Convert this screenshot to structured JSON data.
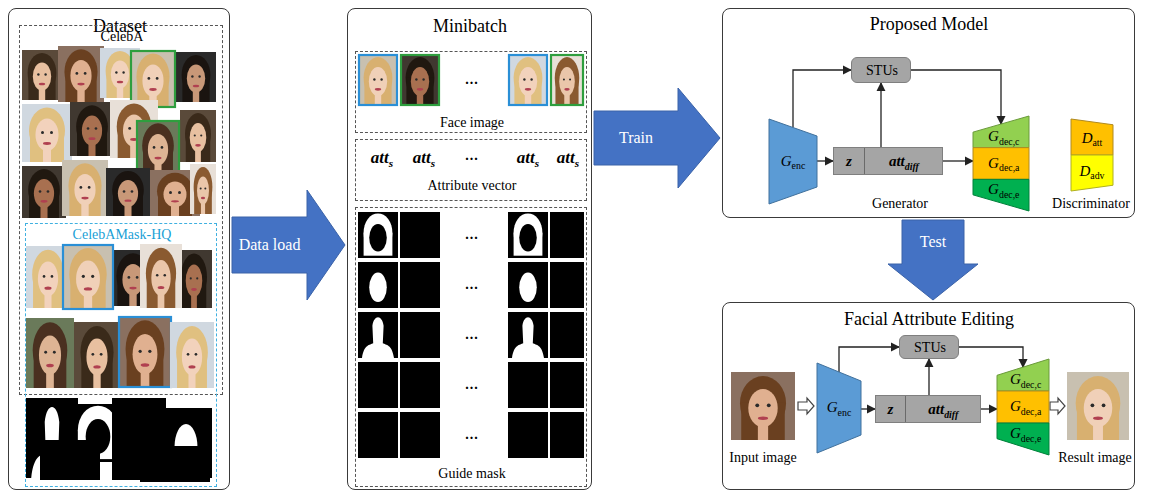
{
  "diagram": {
    "nodes": [
      {
        "text": [
          "Dataset"
        ]
      },
      {
        "text": [
          "CelebA"
        ],
        "in": 0
      },
      {
        "text": [
          "CelebAMask-HQ"
        ],
        "in": 0
      },
      {
        "text": [
          "Minibatch"
        ]
      },
      {
        "text": [
          "...",
          "Face image"
        ],
        "in": 3
      },
      {
        "text": [
          "att",
          "s",
          "att",
          "s",
          "...",
          "att",
          "s",
          "att",
          "s",
          "Attribute vector"
        ],
        "in": 3
      },
      {
        "text": [
          "...",
          "...",
          "...",
          "...",
          "...",
          "Guide mask"
        ],
        "in": 3
      },
      {
        "text": [
          "Proposed Model"
        ]
      },
      {
        "text": [
          "G",
          "enc"
        ],
        "in": 7
      },
      {
        "text": [
          "STUs"
        ],
        "in": 7
      },
      {
        "text": [
          "z",
          "att",
          "diff"
        ],
        "in": 7
      },
      {
        "text": [
          "G",
          "dec,c",
          "G",
          "dec,a",
          "G",
          "dec,e"
        ],
        "in": 7
      },
      {
        "text": [
          "D",
          "att",
          "D",
          "adv"
        ],
        "in": 7
      },
      {
        "text": [
          "Facial Attribute Editing"
        ]
      },
      {
        "text": [
          "G",
          "enc"
        ],
        "in": 13
      },
      {
        "text": [
          "STUs"
        ],
        "in": 13
      },
      {
        "text": [
          "z",
          "att",
          "diff"
        ],
        "in": 13
      },
      {
        "text": [
          "G",
          "dec,c",
          "G",
          "dec,a",
          "G",
          "dec,e"
        ],
        "in": 13
      }
    ],
    "edges": [
      {
        "from": 0,
        "to": 3,
        "label": "Data load",
        "arrow": "to"
      },
      {
        "from": 3,
        "to": 7,
        "label": "Train",
        "arrow": "to"
      },
      {
        "from": 7,
        "to": 13,
        "label": "Test",
        "arrow": "to"
      },
      {
        "from": 8,
        "to": 10,
        "arrow": "to"
      },
      {
        "from": 8,
        "to": 9,
        "arrow": "to"
      },
      {
        "from": 10,
        "to": 9,
        "arrow": "to"
      },
      {
        "from": 9,
        "to": 11,
        "arrow": "to"
      },
      {
        "from": 10,
        "to": 11,
        "arrow": "to"
      },
      {
        "from": 14,
        "to": 16,
        "arrow": "to"
      },
      {
        "from": 14,
        "to": 15,
        "arrow": "to"
      },
      {
        "from": 16,
        "to": 15,
        "arrow": "to"
      },
      {
        "from": 15,
        "to": 17,
        "arrow": "to"
      },
      {
        "from": 16,
        "to": 17,
        "arrow": "to"
      }
    ],
    "labels": [
      "Generator",
      "Discriminator",
      "Input image",
      "Result image"
    ]
  }
}
